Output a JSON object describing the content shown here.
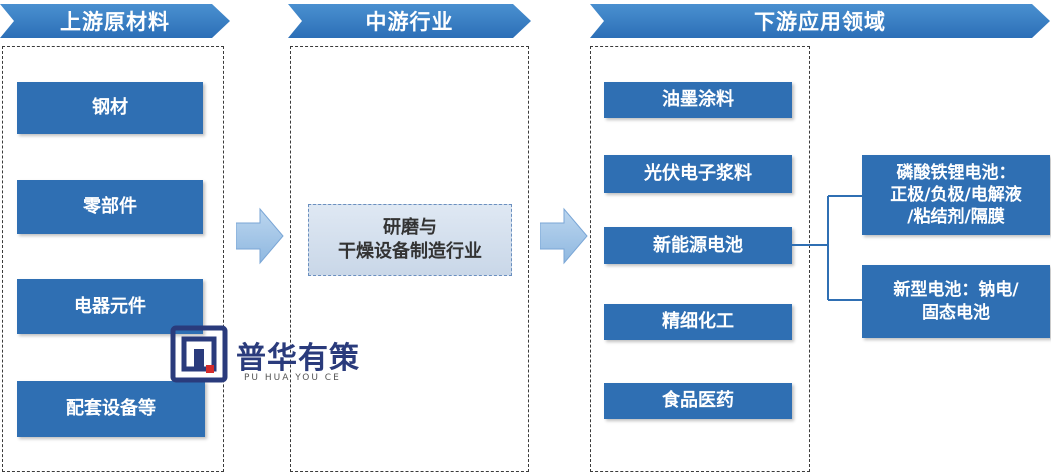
{
  "headers": {
    "upstream": "上游原材料",
    "midstream": "中游行业",
    "downstream": "下游应用领域"
  },
  "upstream_items": [
    "钢材",
    "零部件",
    "电器元件",
    "配套设备等"
  ],
  "midstream": {
    "line1": "研磨与",
    "line2": "干燥设备制造行业"
  },
  "downstream_items": [
    "油墨涂料",
    "光伏电子浆料",
    "新能源电池",
    "精细化工",
    "食品医药"
  ],
  "battery_items": [
    {
      "lines": [
        "磷酸铁锂电池：",
        "正极/负极/电解液",
        "/粘结剂/隔膜"
      ]
    },
    {
      "lines": [
        "新型电池：钠电/",
        "固态电池"
      ]
    }
  ],
  "watermark": {
    "name": "普华有策",
    "sub": "PU HUA YOU CE"
  },
  "colors": {
    "box_blue": "#2f6fb3",
    "header_blue": "#3a7fc6",
    "arrow_blue": "#9dc3e6"
  }
}
